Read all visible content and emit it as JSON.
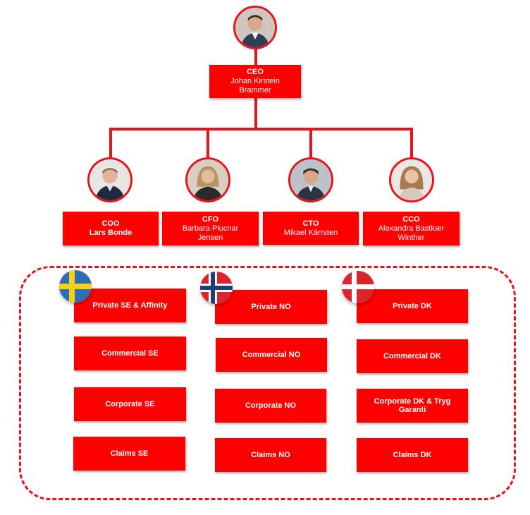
{
  "ceo": {
    "role": "CEO",
    "name": "Johan Kirstein Brammer"
  },
  "executives": [
    {
      "role": "COO",
      "name": "Lars Bonde"
    },
    {
      "role": "CFO",
      "name": "Barbara Plucnar Jensen"
    },
    {
      "role": "CTO",
      "name": "Mikael Kärrsten"
    },
    {
      "role": "CCO",
      "name": "Alexandra Bastkær Winther"
    }
  ],
  "countries": [
    {
      "flag": "sweden-flag-icon",
      "units": [
        "Private SE & Affinity",
        "Commercial SE",
        "Corporate SE",
        "Claims SE"
      ]
    },
    {
      "flag": "norway-flag-icon",
      "units": [
        "Private NO",
        "Commercial NO",
        "Corporate NO",
        "Claims NO"
      ]
    },
    {
      "flag": "denmark-flag-icon",
      "units": [
        "Private DK",
        "Commercial DK",
        "Corporate DK & Tryg Garanti",
        "Claims DK"
      ]
    }
  ],
  "colors": {
    "accent": "#ff0000",
    "line": "#e8141b"
  }
}
